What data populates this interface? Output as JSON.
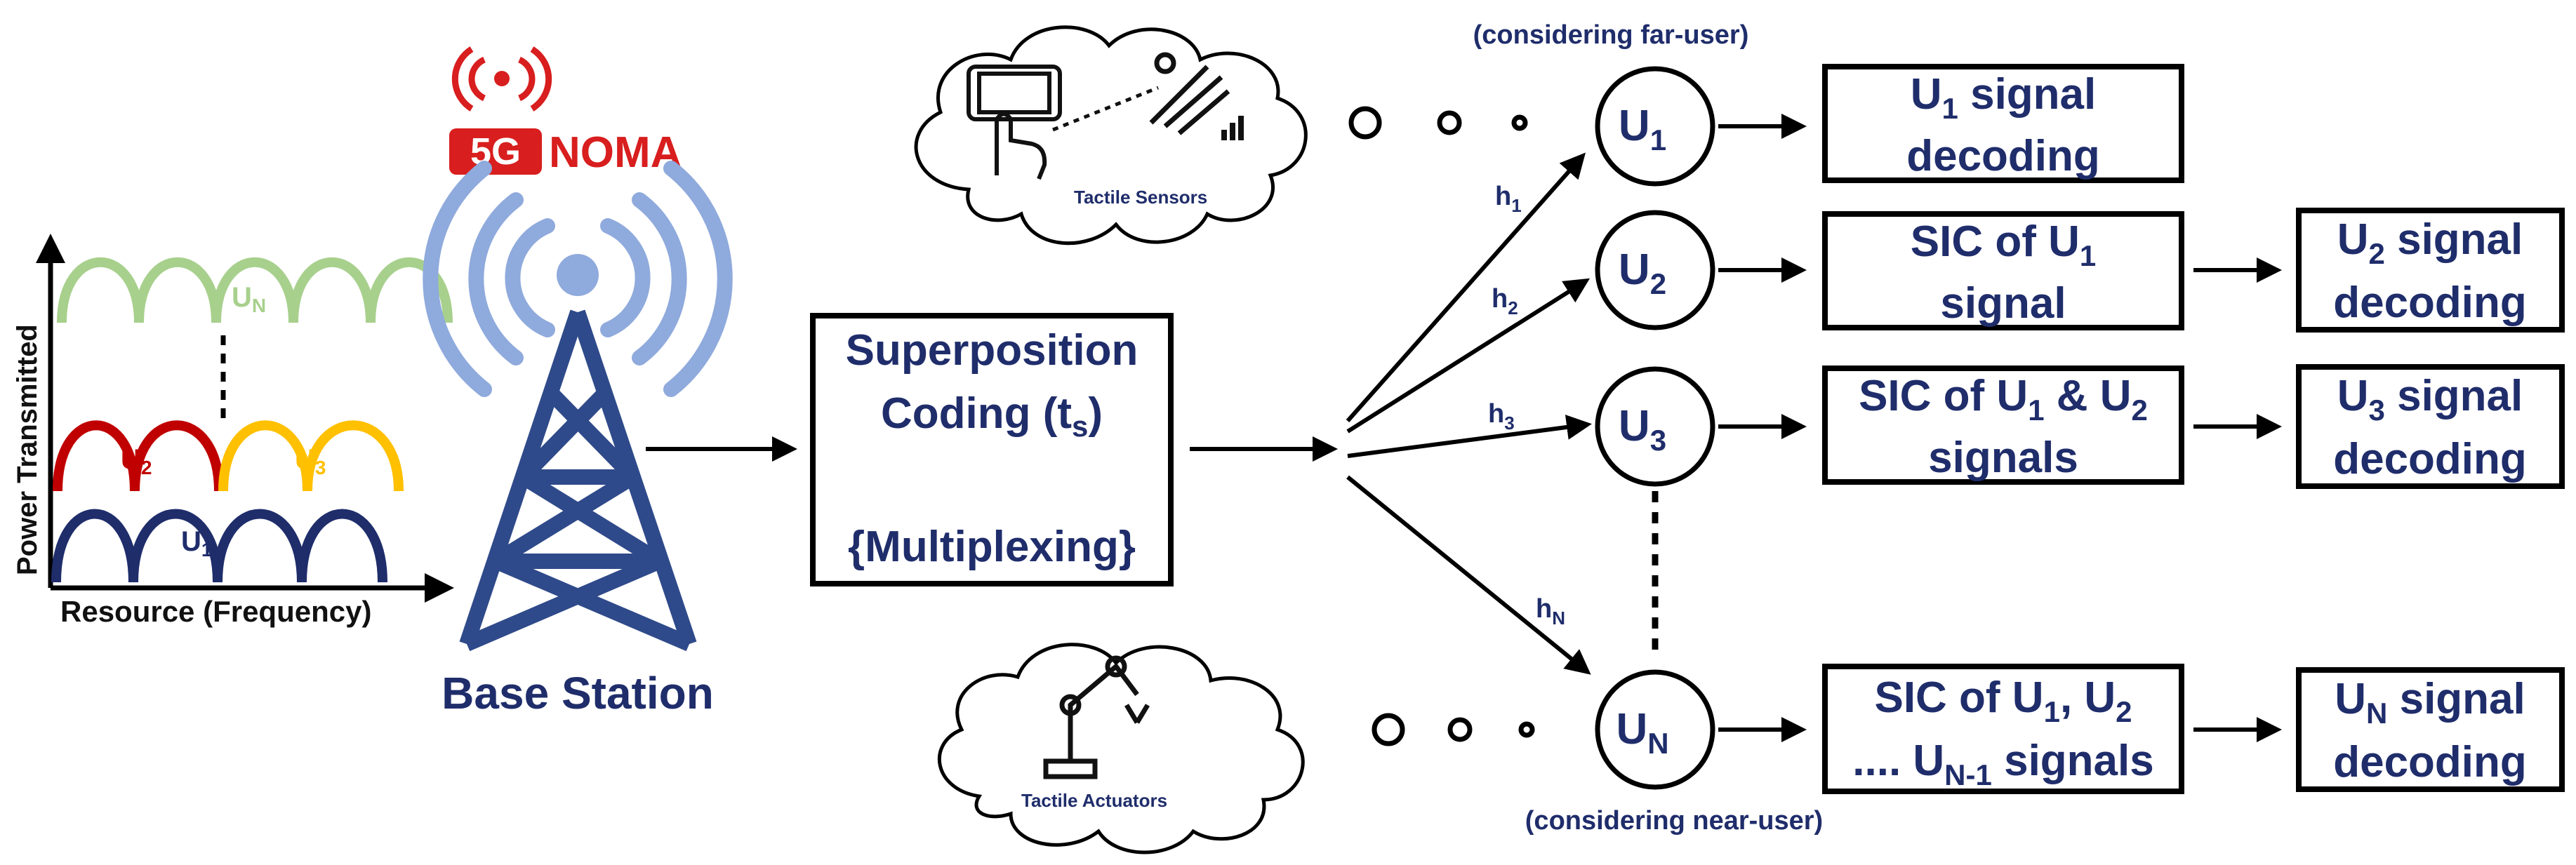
{
  "colors": {
    "navy": "#1f2d6b",
    "red": "#d81e1e",
    "green": "#a8d08d",
    "yellow": "#ffc000",
    "darkred": "#c00000",
    "blue_light": "#8faadc"
  },
  "plot": {
    "y_axis_label": "Power Transmitted",
    "x_axis_label": "Resource (Frequency)",
    "un_label": "U",
    "un_sub": "N",
    "u2_label": "U",
    "u2_sub": "2",
    "u3_label": "U",
    "u3_sub": "3",
    "u1_label": "U",
    "u1_sub": "1"
  },
  "logo": {
    "badge": "5G",
    "text": "NOMA"
  },
  "tower": {
    "label": "Base Station"
  },
  "superposition": {
    "line1": "Superposition",
    "line2_main": "Coding (t",
    "line2_sub": "s",
    "line2_end": ")",
    "line3": "{Multiplexing}"
  },
  "clouds": {
    "top_label": "Tactile Sensors",
    "bottom_label": "Tactile Actuators"
  },
  "channels": [
    {
      "main": "h",
      "sub": "1"
    },
    {
      "main": "h",
      "sub": "2"
    },
    {
      "main": "h",
      "sub": "3"
    },
    {
      "main": "h",
      "sub": "N"
    }
  ],
  "users": [
    {
      "main": "U",
      "sub": "1"
    },
    {
      "main": "U",
      "sub": "2"
    },
    {
      "main": "U",
      "sub": "3"
    },
    {
      "main": "U",
      "sub": "N"
    }
  ],
  "notes": {
    "far_user": "(considering far-user)",
    "near_user": "(considering near-user)"
  },
  "sic_boxes": {
    "u1_decode": {
      "l1_main": "U",
      "l1_sub": "1",
      "l1_end": " signal",
      "l2": "decoding"
    },
    "sic2": {
      "l1_main": "SIC of U",
      "l1_sub": "1",
      "l2": "signal"
    },
    "sic3": {
      "l1_main": "SIC of U",
      "l1_sub1": "1",
      "l1_mid": " & U",
      "l1_sub2": "2",
      "l2": "signals"
    },
    "sicN": {
      "l1_main": "SIC of U",
      "l1_sub1": "1",
      "l1_mid": ", U",
      "l1_sub2": "2",
      "l2_main": ".... U",
      "l2_sub": "N-1",
      "l2_end": " signals"
    }
  },
  "decode_boxes": [
    {
      "l1_main": "U",
      "l1_sub": "2",
      "l1_end": " signal",
      "l2": "decoding"
    },
    {
      "l1_main": "U",
      "l1_sub": "3",
      "l1_end": " signal",
      "l2": "decoding"
    },
    {
      "l1_main": "U",
      "l1_sub": "N",
      "l1_end": " signal",
      "l2": "decoding"
    }
  ]
}
